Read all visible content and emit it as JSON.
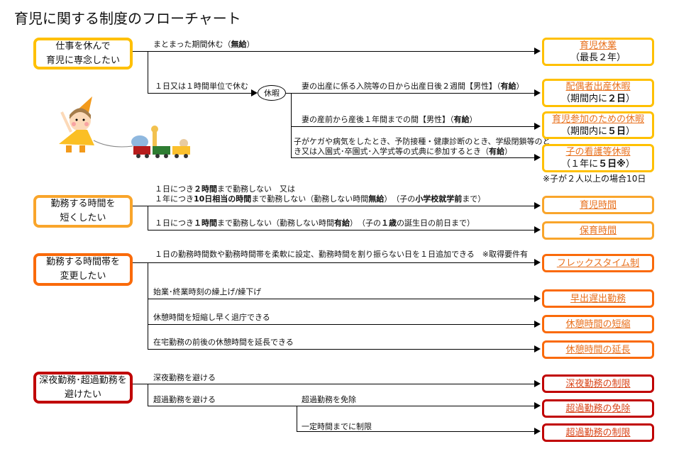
{
  "title": "育児に関する制度のフローチャート",
  "groups": {
    "g1": {
      "need": "仕事を休んで\n育児に専念したい",
      "l1": "まとまった期間休む（",
      "l1b": "無給",
      "l1c": "）",
      "l2": "１日又は１時間単位で休む",
      "node": "休暇",
      "l3": "妻の出産に係る入院等の日から出産日後２週間【男性】（",
      "l3b": "有給",
      "l3c": "）",
      "l4": "妻の産前から産後１年間までの間【男性】（",
      "l4b": "有給",
      "l4c": "）",
      "l5a": "子がケガや病気をしたとき、予防接種・健康診断のとき、学級閉鎖等のと",
      "l5": "き又は入園式･卒園式･入学式等の式典に参加するとき（",
      "l5b": "有給",
      "l5c": "）",
      "d1": "育児休業",
      "d1s": "（最長２年）",
      "d2": "配偶者出産休暇",
      "d2s": "（期間内に",
      "d2b": "２日",
      "d2c": "）",
      "d3": "育児参加のための休暇",
      "d3s": "（期間内に",
      "d3b": "５日",
      "d3c": "）",
      "d4": "子の看護等休暇",
      "d4s": "（１年に",
      "d4b": "５日※",
      "d4c": "）",
      "note": "※子が２人以上の場合10日"
    },
    "g2": {
      "need": "勤務する時間を\n短くしたい",
      "l1a": "１日につき",
      "l1ab": "２時間",
      "l1ac": "まで勤務しない　又は",
      "l1": "１年につき",
      "l1b": "10日相当の時間",
      "l1c": "まで勤務しない（勤務しない時間",
      "l1d": "無給",
      "l1e": "）　（子の",
      "l1f": "小学校就学前",
      "l1g": "まで）",
      "l2": "１日につき",
      "l2b": "１時間",
      "l2c": "まで勤務しない（勤務しない時間",
      "l2d": "有給",
      "l2e": "）　（子の",
      "l2f": "１歳",
      "l2g": "の誕生日の前日まで）",
      "d1": "育児時間",
      "d2": "保育時間"
    },
    "g3": {
      "need": "勤務する時間帯を\n変更したい",
      "l1": "１日の勤務時間数や勤務時間帯を柔軟に設定、勤務時間を割り振らない日を１日追加できる　※取得要件有",
      "l2": "始業･終業時刻の繰上げ/繰下げ",
      "l3": "休憩時間を短縮し早く退庁できる",
      "l4": "在宅勤務の前後の休憩時間を延長できる",
      "d1": "フレックスタイム制",
      "d2": "早出遅出勤務",
      "d3": "休憩時間の短縮",
      "d4": "休憩時間の延長"
    },
    "g4": {
      "need": "深夜勤務･超過勤務を\n避けたい",
      "l1": "深夜勤務を避ける",
      "l2": "超過勤務を避ける",
      "l3": "超過勤務を免除",
      "l4": "一定時間までに制限",
      "d1": "深夜勤務の制限",
      "d2": "超過勤務の免除",
      "d3": "超過勤務の制限"
    }
  },
  "colors": {
    "yellow": "#FFC000",
    "orange": "#F9A52B",
    "deep_orange": "#FA6A0A",
    "red": "#C00000",
    "link": "#E8711E"
  }
}
